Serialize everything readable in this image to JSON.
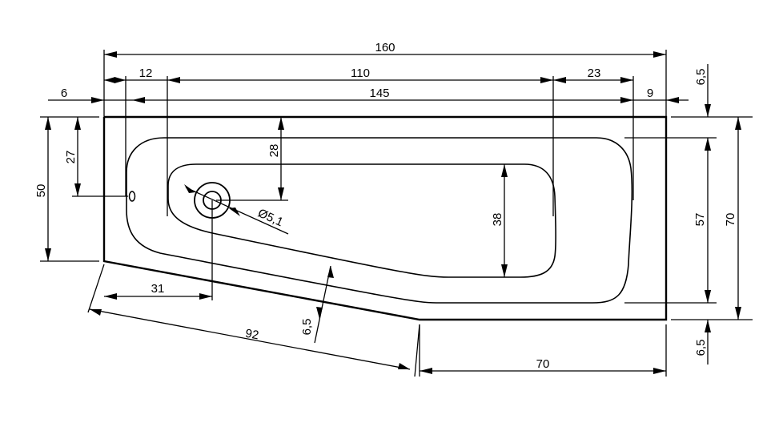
{
  "drawing": {
    "dims": {
      "overall_length": "160",
      "inner_offset_left": "12",
      "inner_length": "110",
      "inner_offset_right": "23",
      "left_margin": "6",
      "basin_length": "145",
      "right_margin": "9",
      "top_rim_right": "6,5",
      "left_height": "50",
      "overflow_height": "27",
      "drain_offset_top": "28",
      "drain_diameter": "Ø5,1",
      "basin_depth": "38",
      "inner_width": "57",
      "overall_width": "70",
      "drain_offset_left": "31",
      "slant_length": "92",
      "slant_rim": "6,5",
      "bottom_rim_right": "6,5",
      "straight_length": "70"
    }
  }
}
